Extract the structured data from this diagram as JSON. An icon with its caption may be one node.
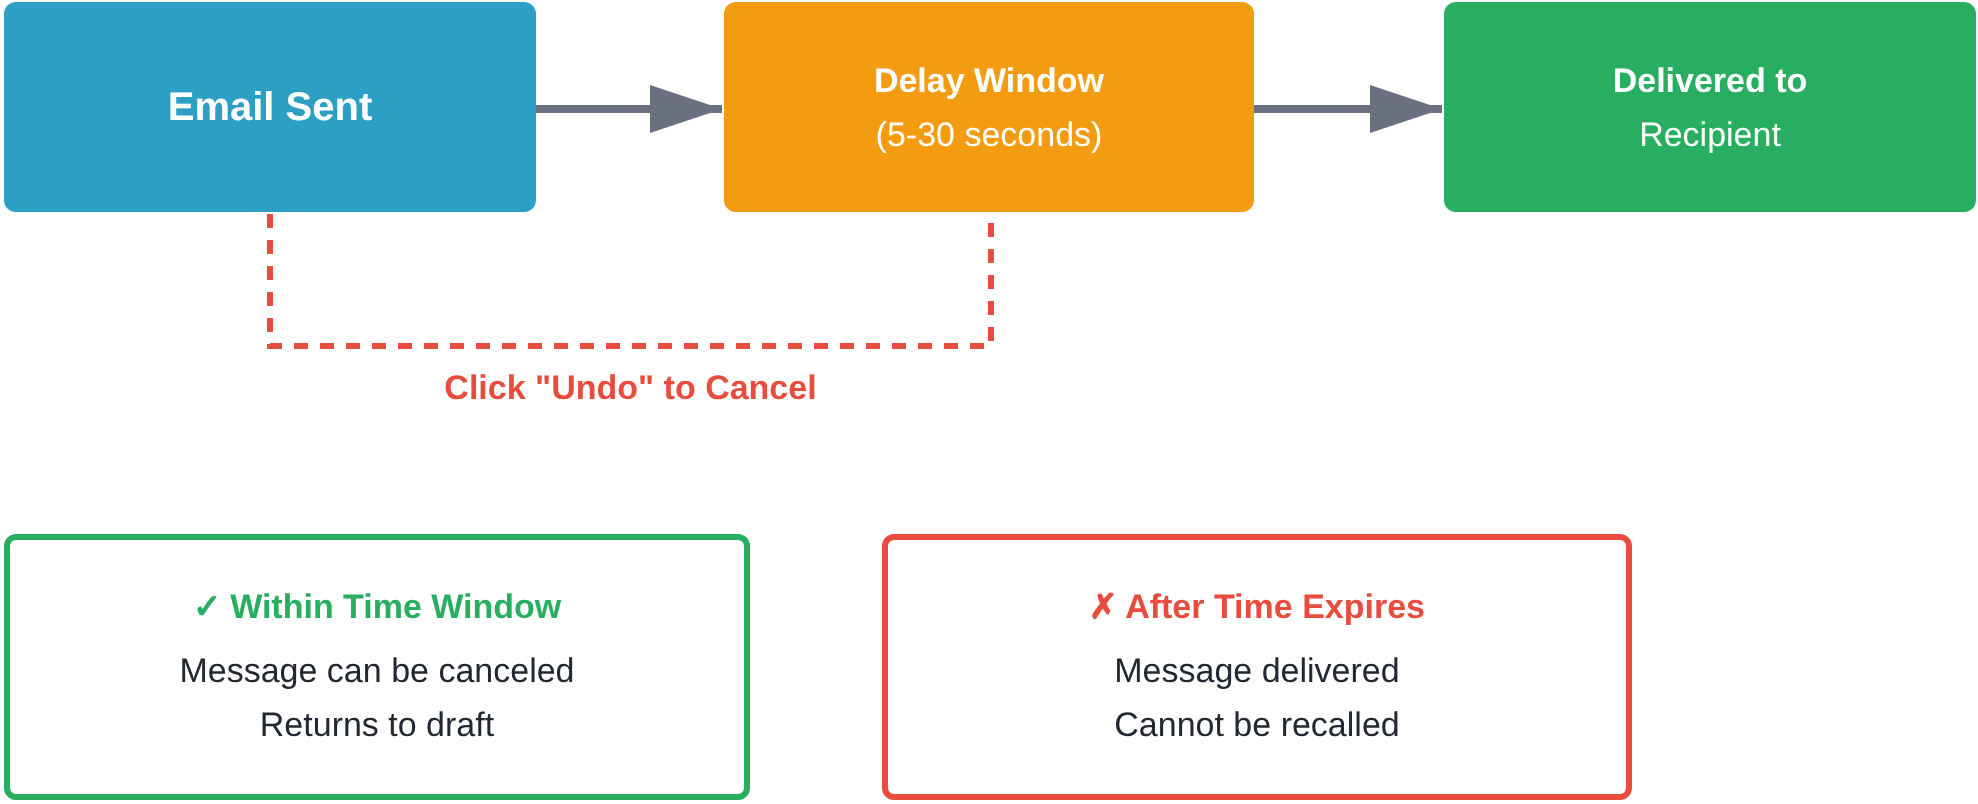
{
  "diagram": {
    "nodes": [
      {
        "text": [
          "Email Sent"
        ]
      },
      {
        "text": [
          "Delay Window",
          "(5-30 seconds)"
        ]
      },
      {
        "text": [
          "Delivered to",
          "Recipient"
        ]
      },
      {
        "text": [
          "✓ Within Time Window",
          "Message can be canceled",
          "Returns to draft"
        ]
      },
      {
        "text": [
          "✗ After Time Expires",
          "Message delivered",
          "Cannot be recalled"
        ]
      }
    ],
    "edges": [
      {
        "from": 0,
        "to": 1,
        "arrow": "to"
      },
      {
        "from": 1,
        "to": 2,
        "arrow": "to"
      },
      {
        "from": 0,
        "to": 1,
        "arrow": "none",
        "label": "Click \"Undo\" to Cancel",
        "style": "dashed",
        "color": "#e74c3c"
      }
    ]
  }
}
